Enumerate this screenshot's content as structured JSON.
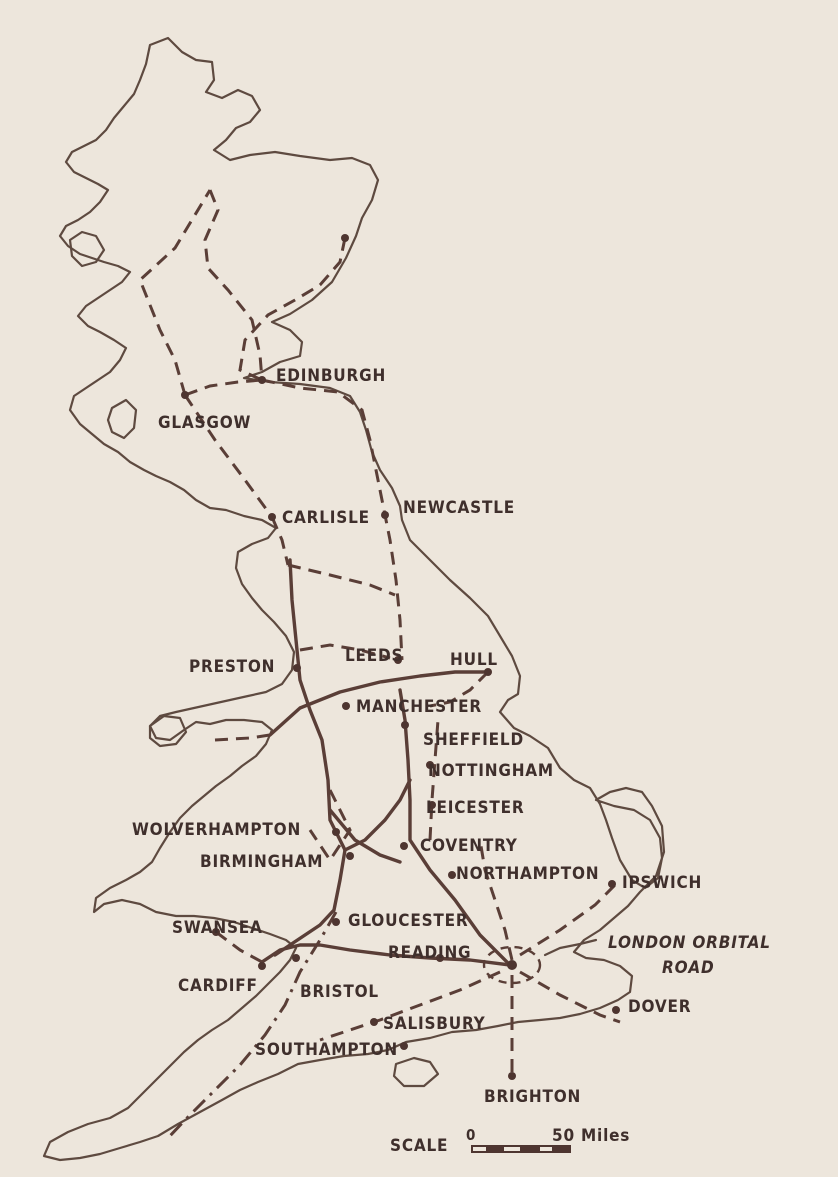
{
  "map": {
    "cities": {
      "edinburgh": "EDINBURGH",
      "glasgow": "GLASGOW",
      "carlisle": "CARLISLE",
      "newcastle": "NEWCASTLE",
      "preston": "PRESTON",
      "leeds": "LEEDS",
      "hull": "HULL",
      "manchester": "MANCHESTER",
      "sheffield": "SHEFFIELD",
      "nottingham": "NOTTINGHAM",
      "leicester": "LEICESTER",
      "wolverhampton": "WOLVERHAMPTON",
      "coventry": "COVENTRY",
      "birmingham": "BIRMINGHAM",
      "northampton": "NORTHAMPTON",
      "ipswich": "IPSWICH",
      "gloucester": "GLOUCESTER",
      "swansea": "SWANSEA",
      "reading": "READING",
      "cardiff": "CARDIFF",
      "bristol": "BRISTOL",
      "dover": "DOVER",
      "salisbury": "SALISBURY",
      "southampton": "SOUTHAMPTON",
      "brighton": "BRIGHTON"
    },
    "annotations": {
      "london_orbital_line1": "LONDON ORBITAL",
      "london_orbital_line2": "ROAD"
    },
    "scale": {
      "label": "SCALE",
      "zero": "0",
      "max": "50 Miles"
    },
    "colors": {
      "paper": "#ede6dc",
      "ink": "#5a3e37"
    }
  }
}
